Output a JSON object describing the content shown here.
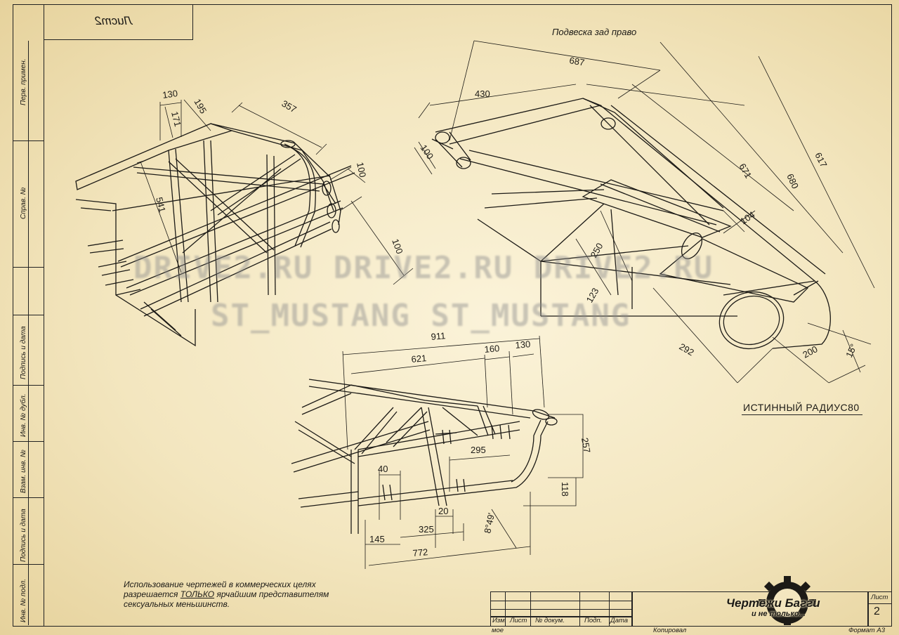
{
  "sheet_title": "Лист2",
  "view_title": "Подвеска зад право",
  "note_radius": "ИСТИННЫЙ РАДИУС80",
  "watermark": {
    "line1": "DRIVE2.RU  DRIVE2.RU  DRIVE2.RU",
    "line2": "ST_MUSTANG  ST_MUSTANG"
  },
  "side_labels": [
    "Перв. примен.",
    "Справ. №",
    "Подпись и дата",
    "Инв. № дубл.",
    "Взам. инв. №",
    "Подпись и дата",
    "Инв. № подл."
  ],
  "disclaimer": {
    "line1": "Использование чертежей в коммерческих целях",
    "line2_prefix": "разрешается ",
    "line2_emph": "ТОЛЬКО",
    "line2_suffix": " ярчайшим представителям",
    "line3": "сексуальных меньшинств."
  },
  "stamp": {
    "izm": "Изм.",
    "list": "Лист",
    "doc": "№ докум.",
    "podp": "Подп.",
    "date": "Дата",
    "sheet_label": "Лист",
    "sheet_number": "2",
    "kopiroval": "Копировал",
    "format": "Формат А3",
    "mode": "мое",
    "logo_line1": "Чертежи Багги",
    "logo_line2": "и не только..."
  },
  "dimensions": {
    "frame_top": [
      "130",
      "195",
      "171",
      "357",
      "541",
      "100",
      "100"
    ],
    "suspension": [
      "687",
      "430",
      "100",
      "671",
      "680",
      "617",
      "104",
      "250",
      "123",
      "292",
      "200",
      "15°"
    ],
    "frame_bottom": [
      "911",
      "621",
      "160",
      "130",
      "295",
      "257",
      "40",
      "118",
      "20",
      "8°49'",
      "145",
      "325",
      "772"
    ]
  }
}
